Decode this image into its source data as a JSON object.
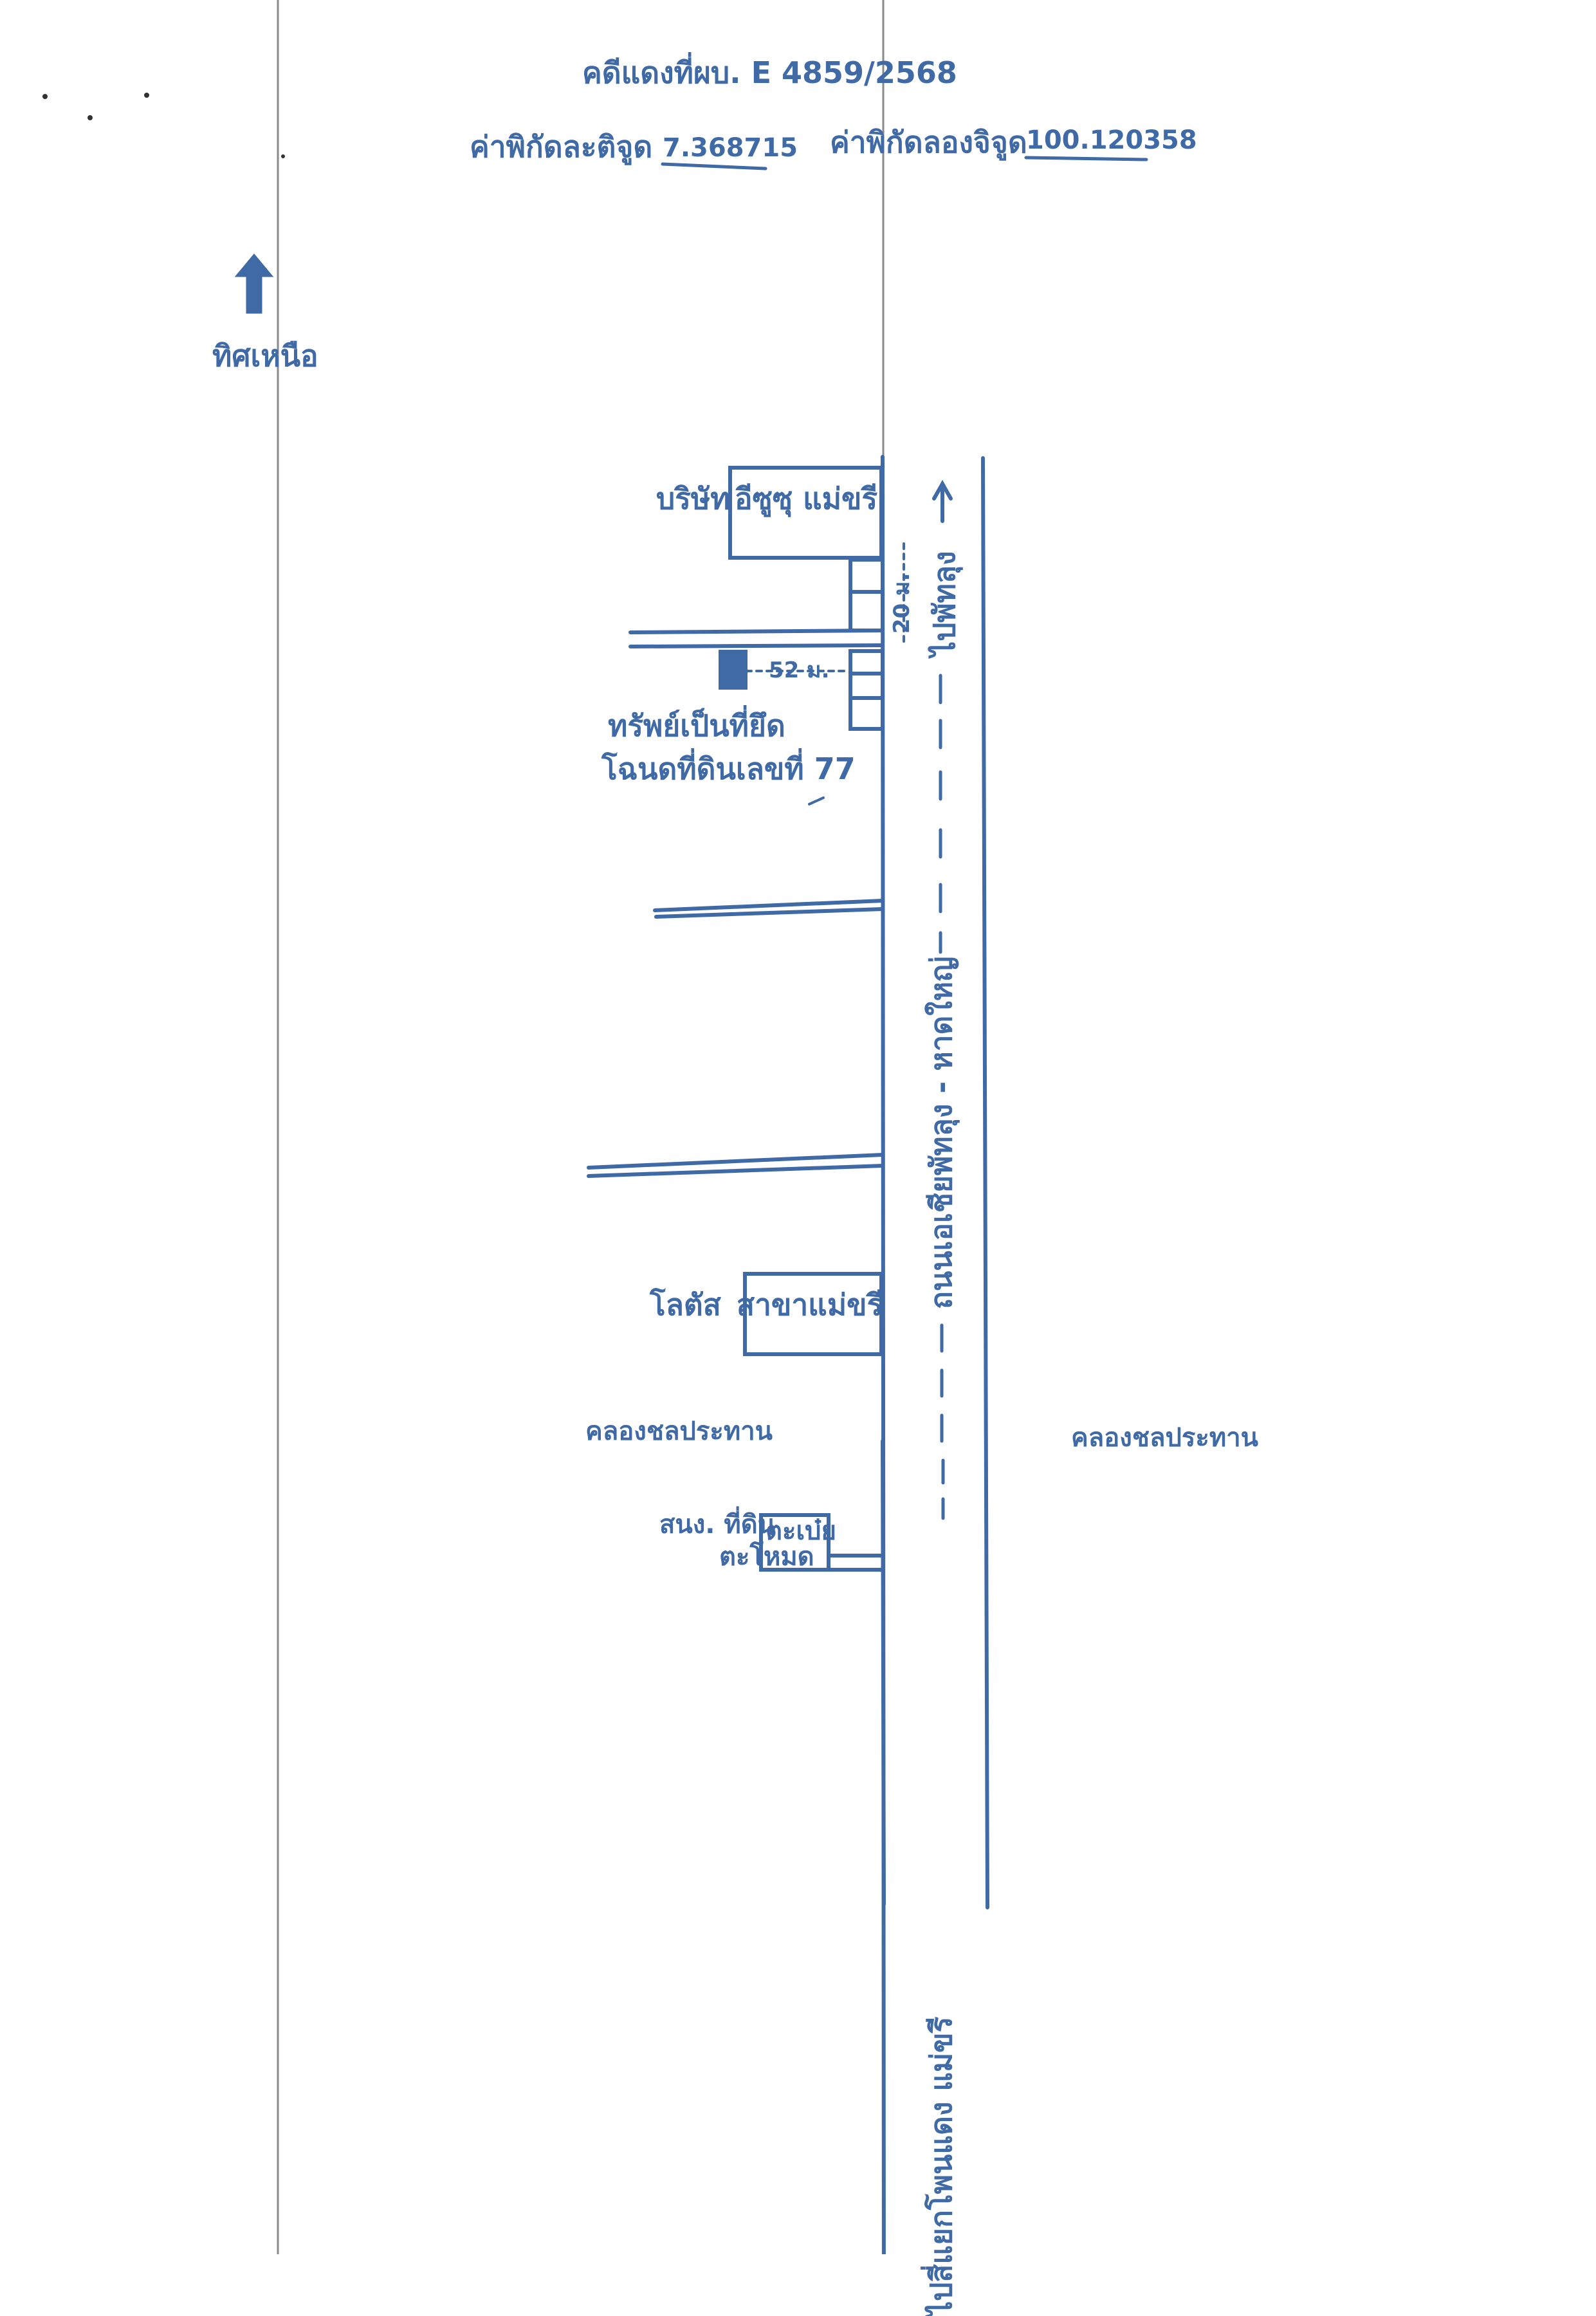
{
  "header": {
    "case_title": "คดีแดงที่ผบ. E 4859/2568",
    "lat_label": "ค่าพิกัดละติจูด",
    "lat_value": "7.368715",
    "lon_label": "ค่าพิกัดลองจิจูด",
    "lon_value": "100.120358"
  },
  "north": {
    "label": "ทิศเหนือ",
    "icon": "north-arrow-icon"
  },
  "road": {
    "name": "ถนนเอเชียพัทลุง - หาดใหญ่",
    "to_north": "ไปพัทลุง",
    "to_south": "ไปสี่แยกโพนแดง แม่ขรี"
  },
  "places": {
    "company_prefix": "บริษัท",
    "company_name": "อีซูซุ แม่ขรี",
    "lotus_prefix": "โลตัส",
    "lotus_name": "สาขาแม่ขรี",
    "school_prefix": "สนง. ที่ดิน",
    "school_name_1": "ตะเบ๋ย",
    "school_name_2": "ตะโหมด"
  },
  "property": {
    "line1": "ทรัพย์เป็นที่ยึด",
    "line2": "โฉนดที่ดินเลขที่ 77",
    "distance_road": "52 ม.",
    "distance_junction": "20 ม."
  },
  "canal": {
    "left": "คลองชลประทาน",
    "right": "คลองชลประทาน"
  },
  "colors": {
    "ink": "#3f6aa6",
    "paper": "#ffffff",
    "fold_line": "#8a8a8a"
  }
}
